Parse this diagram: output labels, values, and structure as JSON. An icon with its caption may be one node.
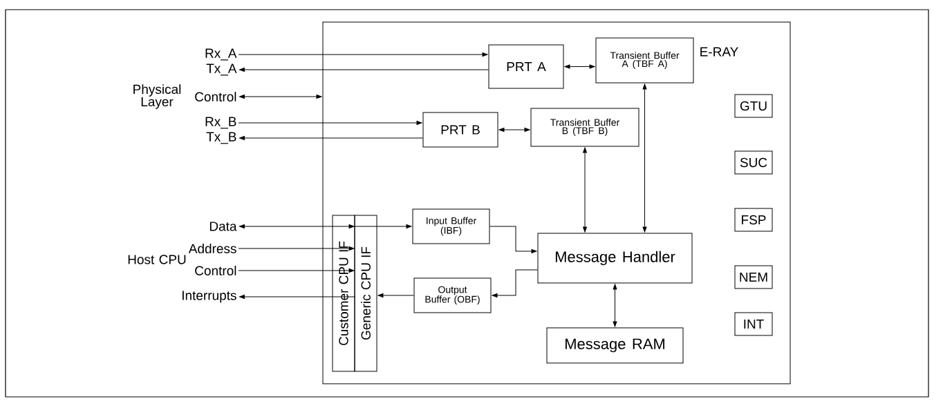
{
  "diagram": {
    "nodes": [
      {
        "text": [
          "E-RAY"
        ]
      },
      {
        "text": [
          "Rx_A"
        ]
      },
      {
        "text": [
          "Tx_A"
        ]
      },
      {
        "text": [
          "Control"
        ]
      },
      {
        "text": [
          "Rx_B"
        ]
      },
      {
        "text": [
          "Tx_B"
        ]
      },
      {
        "text": [
          "Data"
        ]
      },
      {
        "text": [
          "Address"
        ]
      },
      {
        "text": [
          "Control"
        ]
      },
      {
        "text": [
          "Interrupts"
        ]
      },
      {
        "text": [
          "PRT A"
        ],
        "in": 0
      },
      {
        "text": [
          "Transient Buffer A (TBF A)"
        ],
        "in": 0
      },
      {
        "text": [
          "PRT B"
        ],
        "in": 0
      },
      {
        "text": [
          "Transient Buffer B (TBF B)"
        ],
        "in": 0
      },
      {
        "text": [
          "Customer CPU IF"
        ],
        "in": 0
      },
      {
        "text": [
          "Generic CPU IF"
        ],
        "in": 0
      },
      {
        "text": [
          "Input Buffer (IBF)"
        ],
        "in": 0
      },
      {
        "text": [
          "Output Buffer (OBF)"
        ],
        "in": 0
      },
      {
        "text": [
          "Message Handler"
        ],
        "in": 0
      },
      {
        "text": [
          "Message RAM"
        ],
        "in": 0
      },
      {
        "text": [
          "GTU"
        ],
        "in": 0
      },
      {
        "text": [
          "SUC"
        ],
        "in": 0
      },
      {
        "text": [
          "FSP"
        ],
        "in": 0
      },
      {
        "text": [
          "NEM"
        ],
        "in": 0
      },
      {
        "text": [
          "INT"
        ],
        "in": 0
      }
    ],
    "edges": [
      {
        "from": 1,
        "to": 10,
        "arrow": "to"
      },
      {
        "from": 10,
        "to": 2,
        "arrow": "to"
      },
      {
        "from": 3,
        "to": 0,
        "arrow": "both"
      },
      {
        "from": 4,
        "to": 12,
        "arrow": "to"
      },
      {
        "from": 12,
        "to": 5,
        "arrow": "to"
      },
      {
        "from": 6,
        "to": 14,
        "arrow": "both"
      },
      {
        "from": 7,
        "to": 14,
        "arrow": "to"
      },
      {
        "from": 8,
        "to": 14,
        "arrow": "to"
      },
      {
        "from": 14,
        "to": 9,
        "arrow": "to"
      },
      {
        "from": 10,
        "to": 11,
        "arrow": "both"
      },
      {
        "from": 12,
        "to": 13,
        "arrow": "both"
      },
      {
        "from": 11,
        "to": 18,
        "arrow": "both"
      },
      {
        "from": 13,
        "to": 18,
        "arrow": "both"
      },
      {
        "from": 15,
        "to": 16,
        "arrow": "to"
      },
      {
        "from": 16,
        "to": 18,
        "arrow": "to"
      },
      {
        "from": 18,
        "to": 17,
        "arrow": "to"
      },
      {
        "from": 17,
        "to": 15,
        "arrow": "to"
      },
      {
        "from": 18,
        "to": 19,
        "arrow": "both"
      }
    ],
    "labels": [
      "Physical Layer",
      "Host CPU"
    ]
  }
}
